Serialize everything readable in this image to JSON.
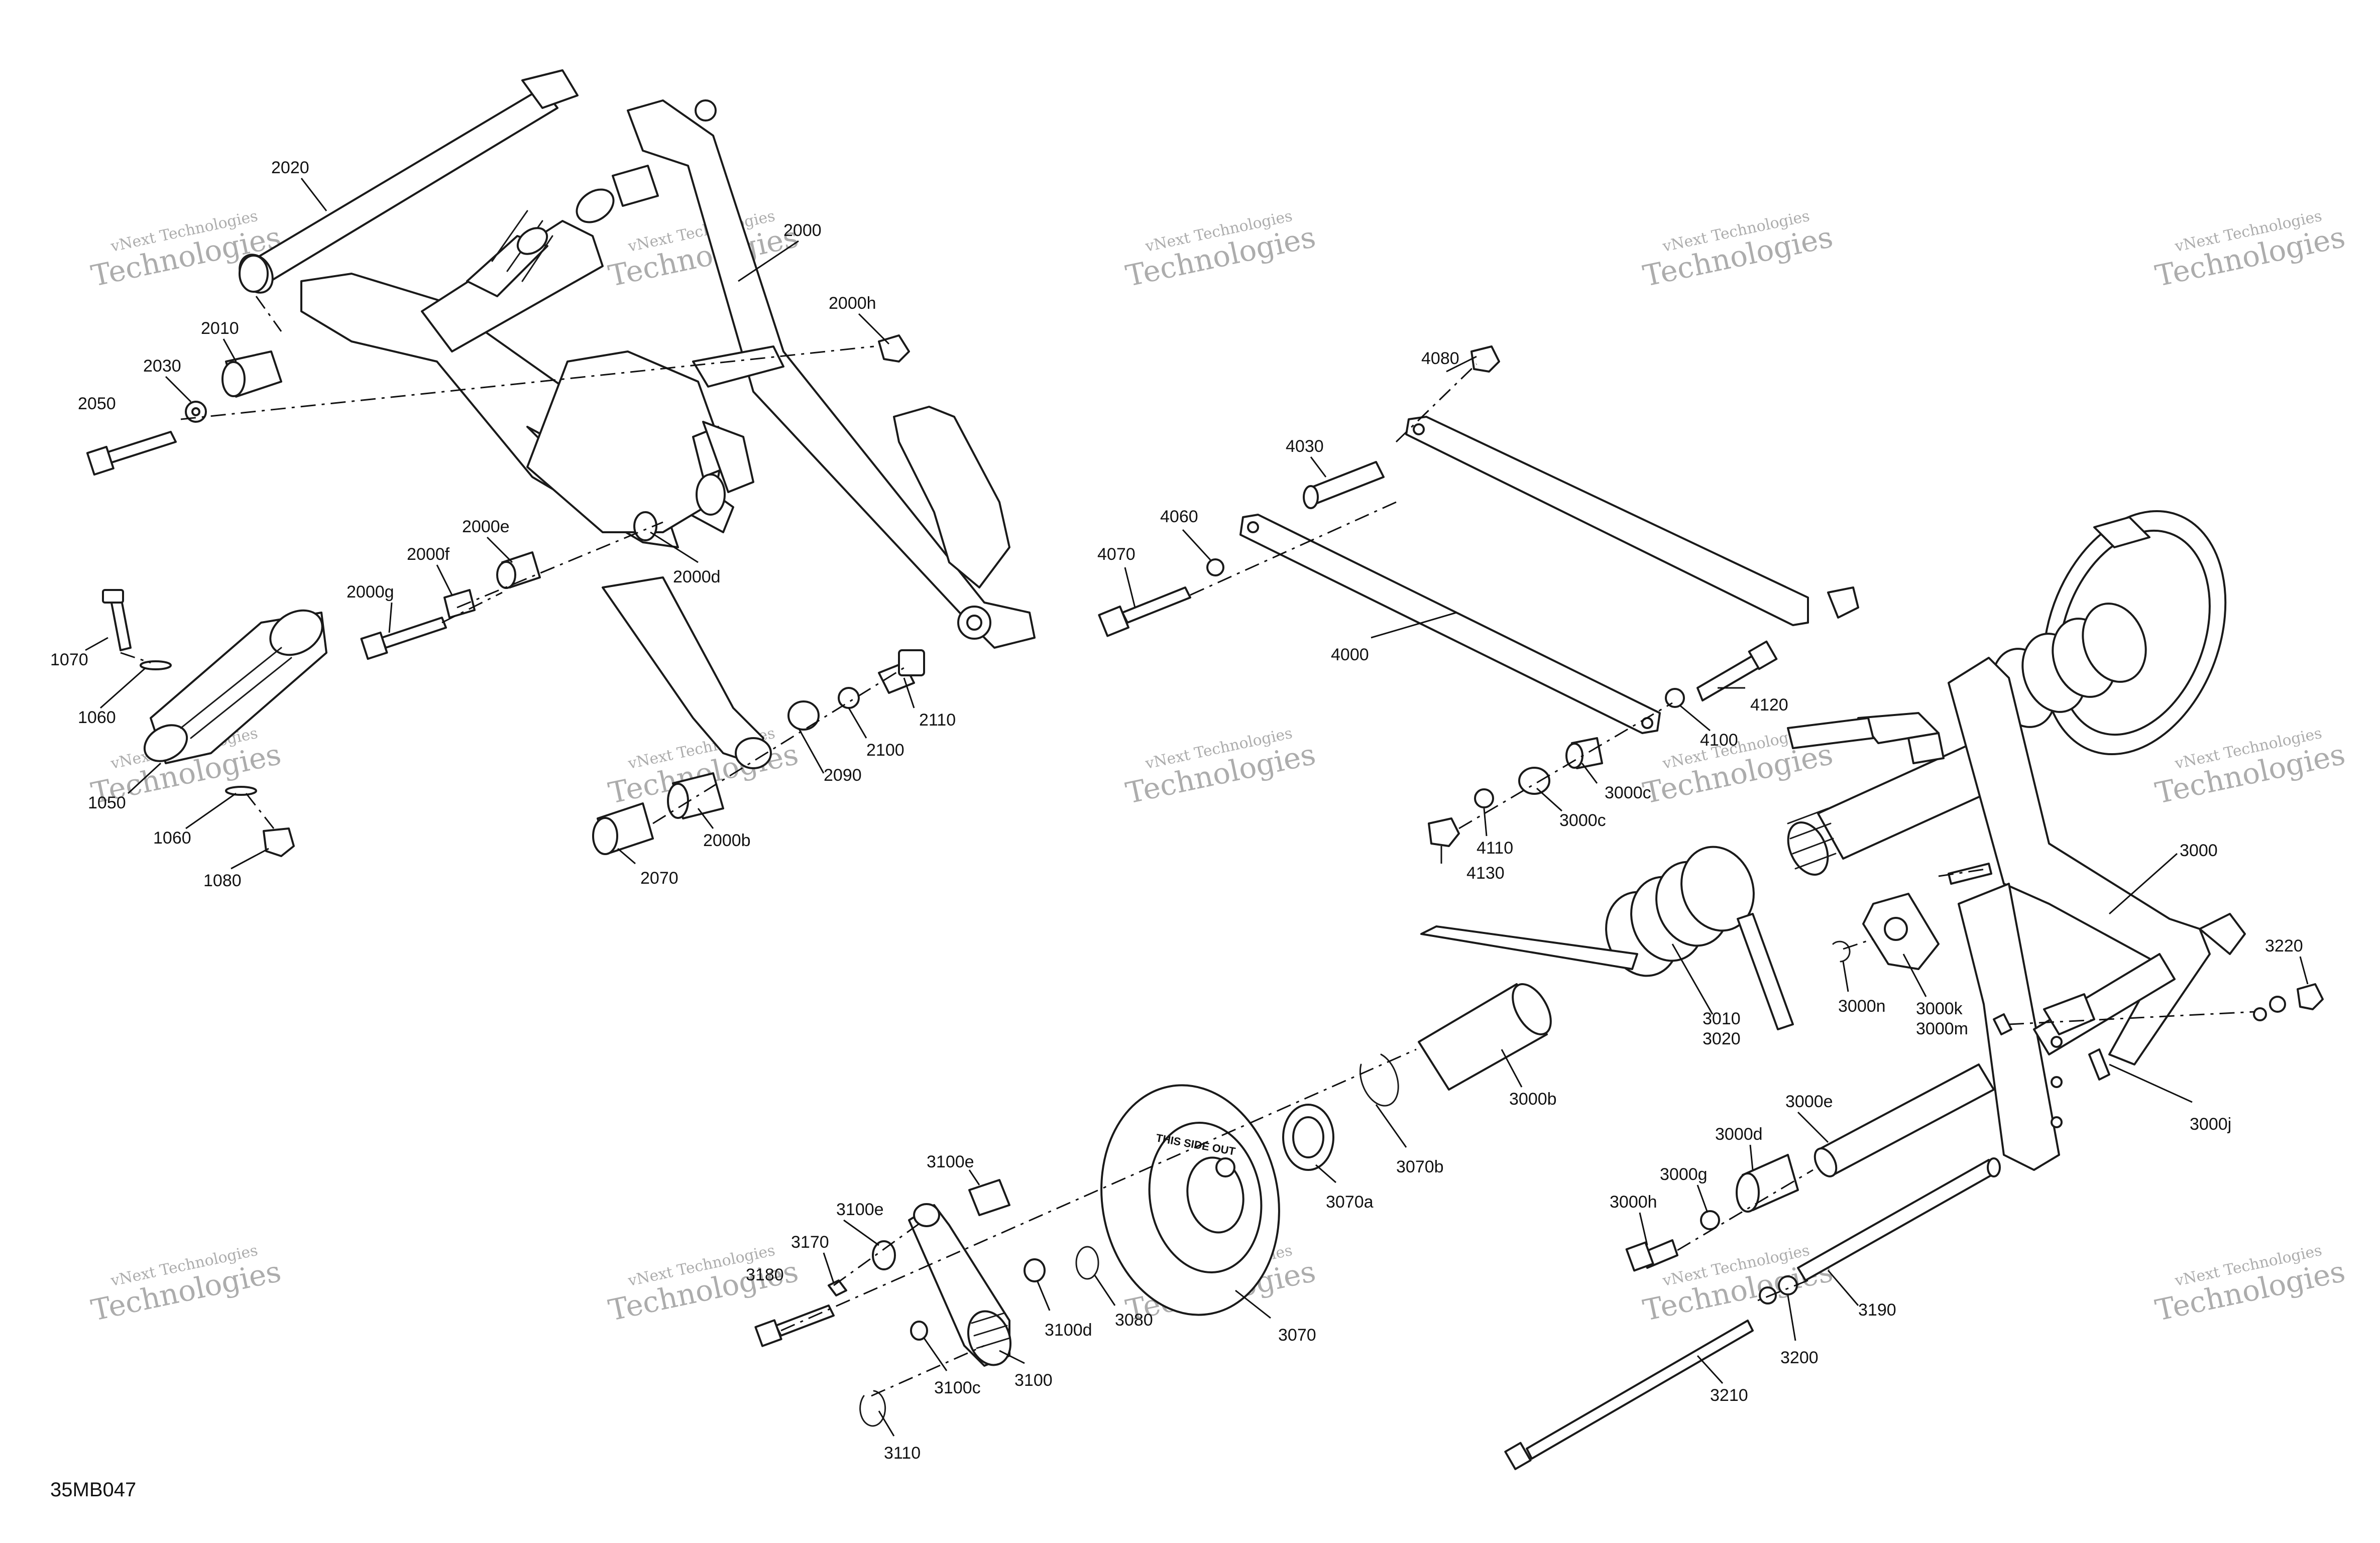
{
  "diagram": {
    "reference_code": "35MB047",
    "watermark": {
      "line1": "vNext Technologies",
      "line2": "Technologies"
    },
    "wheel_text": "THIS SIDE OUT",
    "callouts": [
      "2020",
      "2000",
      "2000h",
      "2010",
      "2030",
      "2050",
      "4080",
      "4030",
      "4060",
      "4070",
      "4000",
      "2000e",
      "2000f",
      "2000g",
      "2000d",
      "1070",
      "1060",
      "1050",
      "1080",
      "2110",
      "2100",
      "2090",
      "2000b",
      "2070",
      "4100",
      "4120",
      "3000c",
      "4110",
      "4130",
      "3000",
      "3220",
      "3010",
      "3020",
      "3000n",
      "3000k",
      "3000m",
      "3000b",
      "3000e",
      "3000j",
      "3000d",
      "3000g",
      "3000h",
      "3070b",
      "3070a",
      "3100e",
      "3170",
      "3180",
      "3100d",
      "3080",
      "3070",
      "3100c",
      "3100",
      "3110",
      "3190",
      "3200",
      "3210"
    ]
  }
}
